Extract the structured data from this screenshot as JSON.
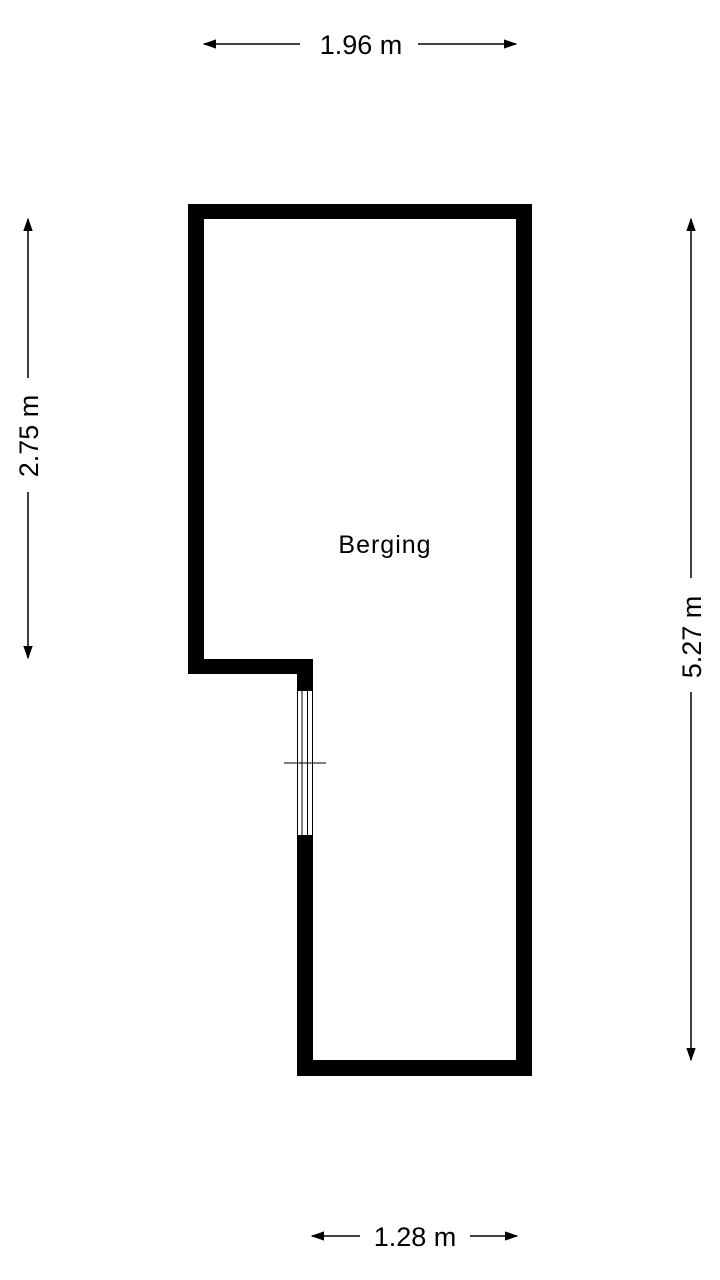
{
  "room": {
    "label": "Berging"
  },
  "dimensions": {
    "top_width": "1.96 m",
    "bottom_width": "1.28 m",
    "left_height": "2.75 m",
    "right_height": "5.27 m"
  },
  "colors": {
    "wall": "#000000",
    "background": "#ffffff"
  }
}
